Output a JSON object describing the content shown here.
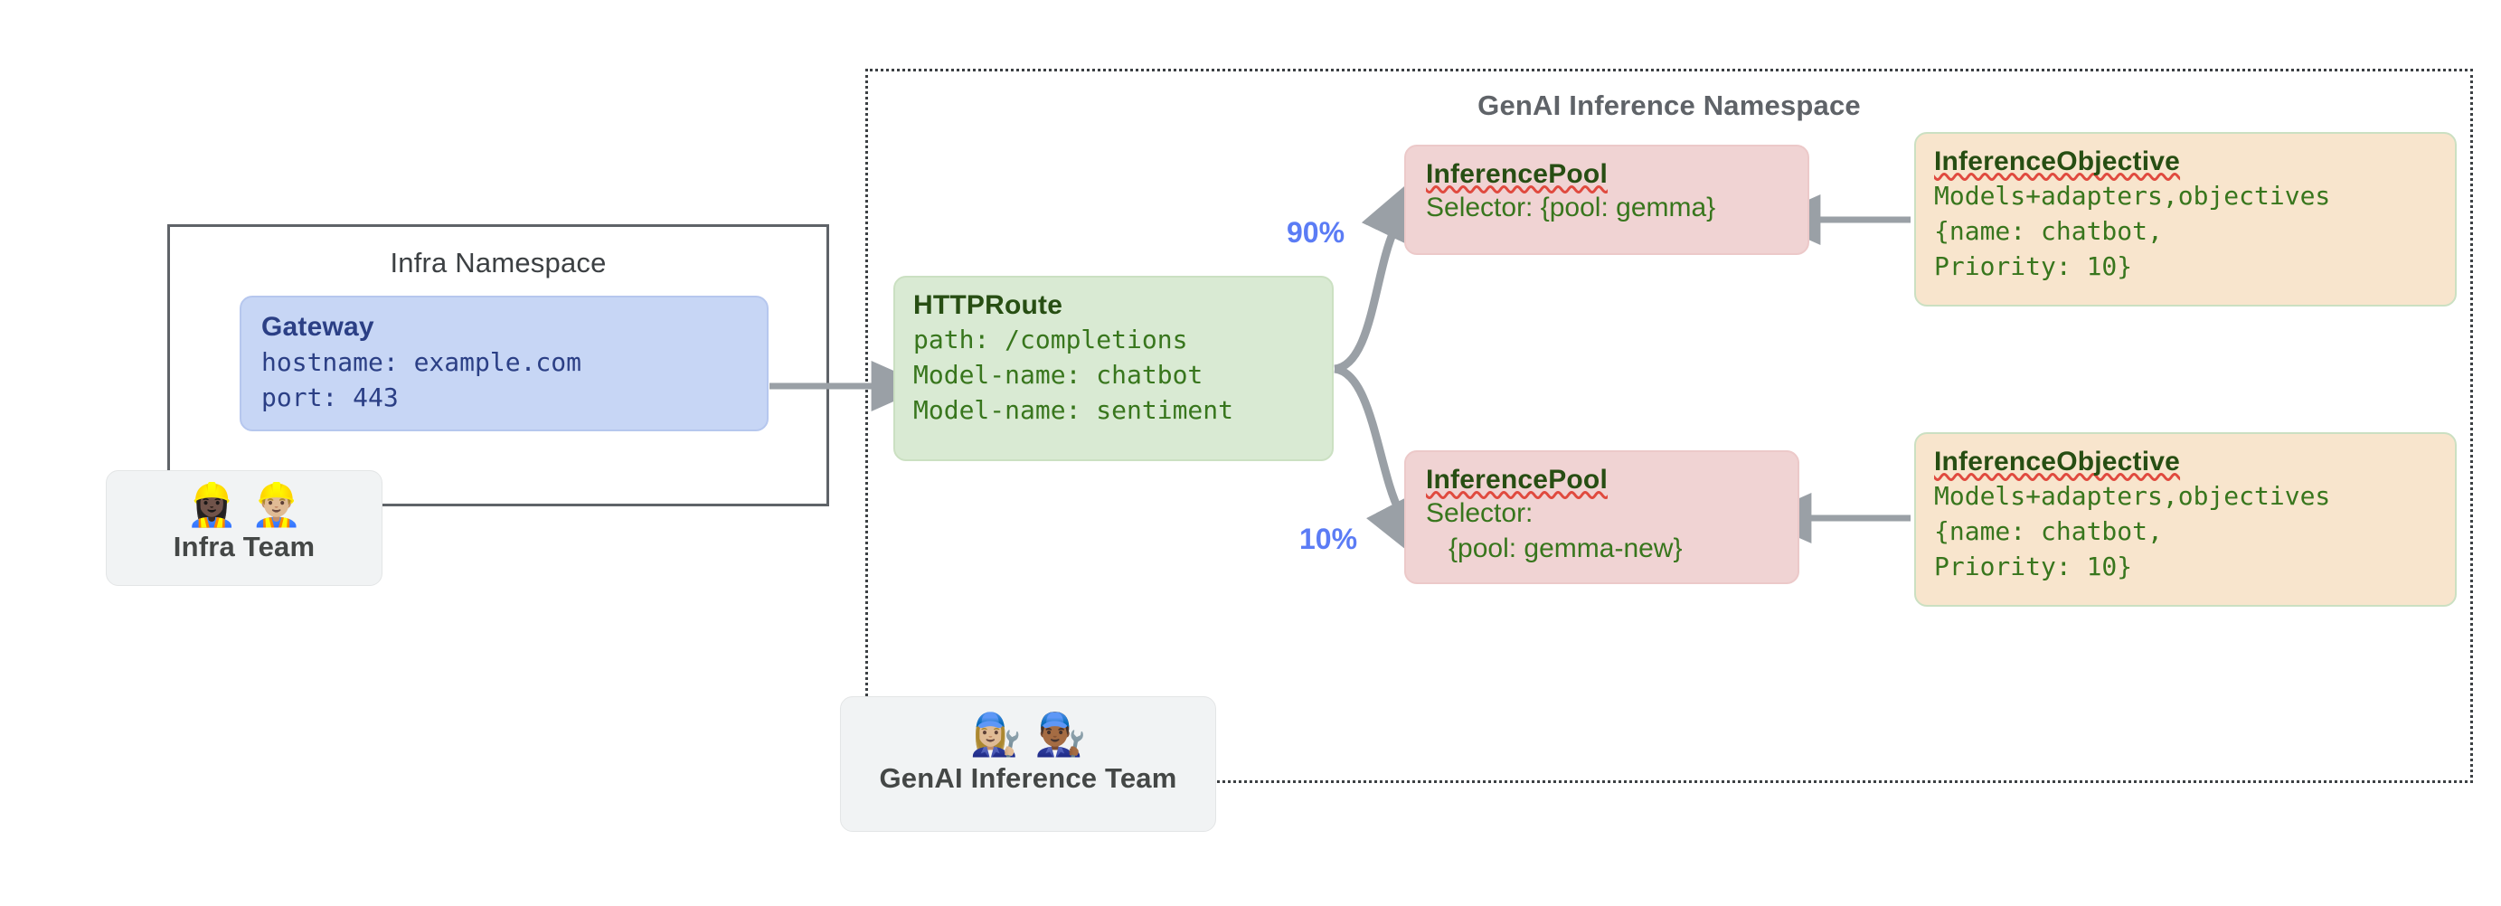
{
  "diagram": {
    "namespaces": [
      {
        "id": "infra",
        "label": "Infra Namespace",
        "border": "solid"
      },
      {
        "id": "genai",
        "label": "GenAI Inference Namespace",
        "border": "dotted"
      }
    ],
    "gateway": {
      "title": "Gateway",
      "body": "hostname: example.com\nport: 443"
    },
    "httproute": {
      "title": "HTTPRoute",
      "body": "path: /completions\nModel-name: chatbot\nModel-name: sentiment"
    },
    "pools": [
      {
        "title": "InferencePool",
        "body": "Selector: {pool: gemma}",
        "weight": "90%"
      },
      {
        "title": "InferencePool",
        "body": "Selector:\n   {pool: gemma-new}",
        "weight": "10%"
      }
    ],
    "objectives": [
      {
        "title": "InferenceObjective",
        "body": "Models+adapters,objectives\n{name: chatbot,\nPriority: 10}"
      },
      {
        "title": "InferenceObjective",
        "body": "Models+adapters,objectives\n{name: chatbot,\nPriority: 10}"
      }
    ],
    "teams": [
      {
        "id": "infra-team",
        "label": "Infra Team",
        "emoji": "👷🏿‍♀️👷🏼‍♂️"
      },
      {
        "id": "genai-team",
        "label": "GenAI Inference Team",
        "emoji": "👩🏼‍🔧👨🏾‍🔧"
      }
    ],
    "colors": {
      "gateway_fill": "#c7d6f5",
      "gateway_text": "#2b3f85",
      "httproute_fill": "#d9ead3",
      "pool_fill": "#f0d3d3",
      "objective_fill": "#f8e5cd",
      "resource_text": "#38761d",
      "resource_title": "#274e13",
      "weight_label": "#5b7cf5",
      "connector": "#9aa0a6",
      "namespace_border": "#5f6368",
      "team_chip_fill": "#f1f3f4"
    }
  }
}
